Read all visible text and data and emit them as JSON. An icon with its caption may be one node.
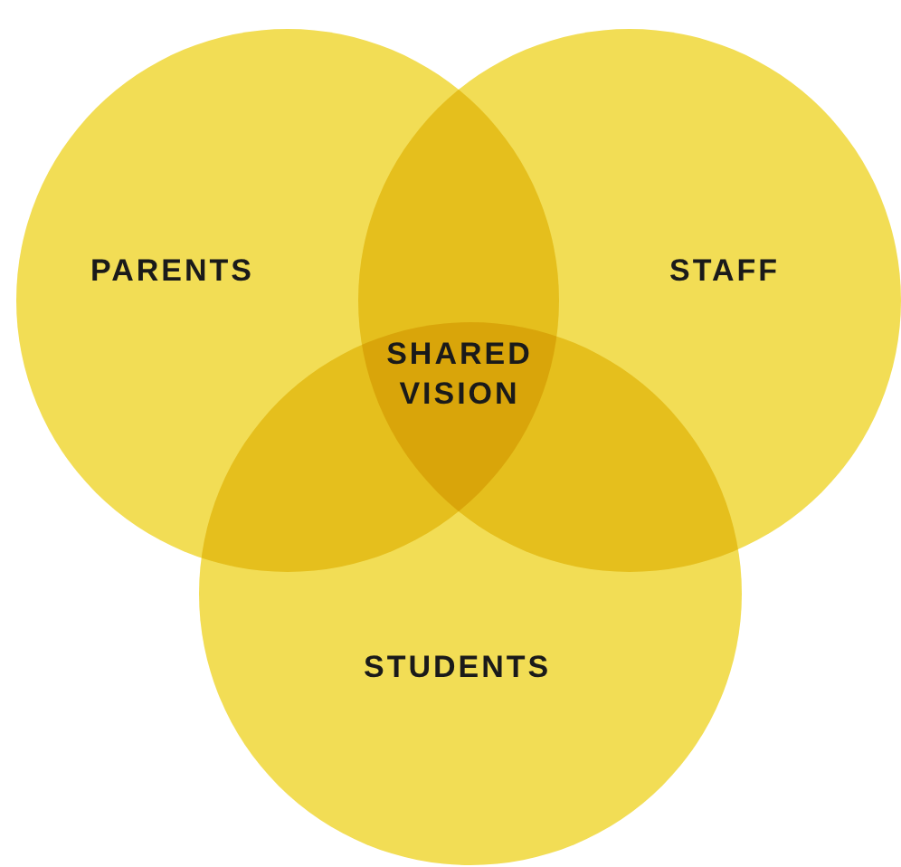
{
  "diagram": {
    "nodes": [
      {
        "text": [
          "PARENTS"
        ]
      },
      {
        "text": [
          "STAFF"
        ]
      },
      {
        "text": [
          "STUDENTS"
        ]
      }
    ],
    "edges": [],
    "labels": [
      "SHARED VISION"
    ]
  }
}
